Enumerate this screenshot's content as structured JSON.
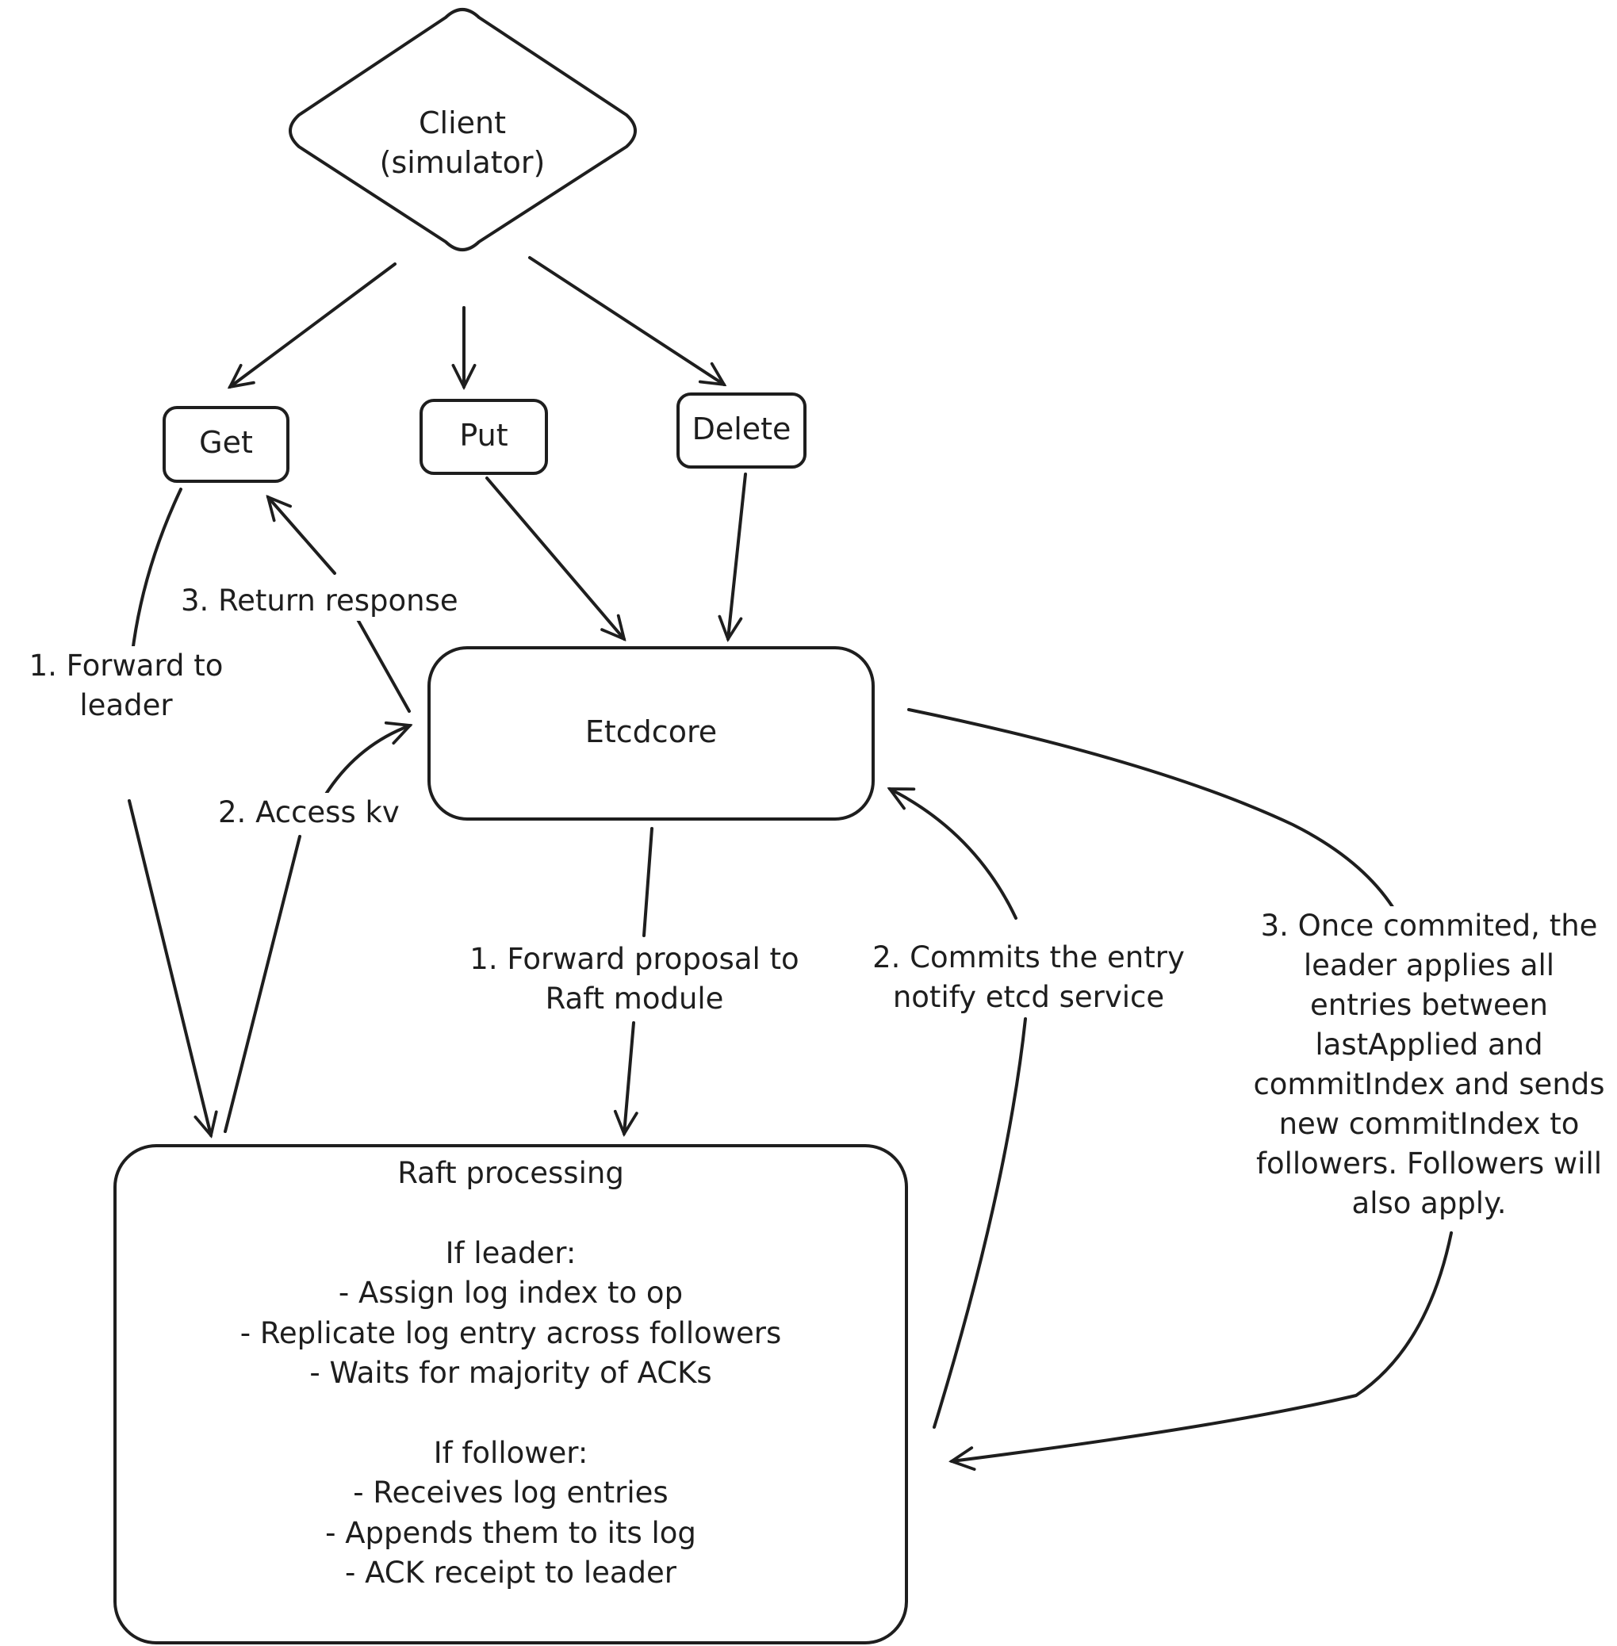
{
  "diagram": {
    "nodes": {
      "client": {
        "lines": [
          "Client",
          "(simulator)"
        ]
      },
      "get": {
        "label": "Get"
      },
      "put": {
        "label": "Put"
      },
      "delete": {
        "label": "Delete"
      },
      "etcdcore": {
        "label": "Etcdcore"
      },
      "raft": {
        "title": "Raft processing",
        "leader_heading": "If leader:",
        "leader_steps": [
          "- Assign log index to op",
          "- Replicate log entry across followers",
          "- Waits for majority of ACKs"
        ],
        "follower_heading": "If follower:",
        "follower_steps": [
          "- Receives log entries",
          "- Appends them to its log",
          "- ACK receipt to leader"
        ]
      }
    },
    "edge_labels": {
      "return_response": "3. Return response",
      "forward_to_leader": [
        "1. Forward to",
        "leader"
      ],
      "access_kv": "2. Access kv",
      "forward_proposal": [
        "1. Forward proposal to",
        "Raft module"
      ],
      "commits_entry": [
        "2. Commits the entry",
        "notify etcd service"
      ],
      "once_committed": [
        "3. Once commited, the",
        "leader applies all",
        "entries between",
        "lastApplied and",
        "commitIndex and sends",
        "new commitIndex to",
        "followers. Followers will",
        "also apply."
      ]
    },
    "colors": {
      "stroke": "#1e1e1e",
      "background": "#ffffff"
    }
  }
}
